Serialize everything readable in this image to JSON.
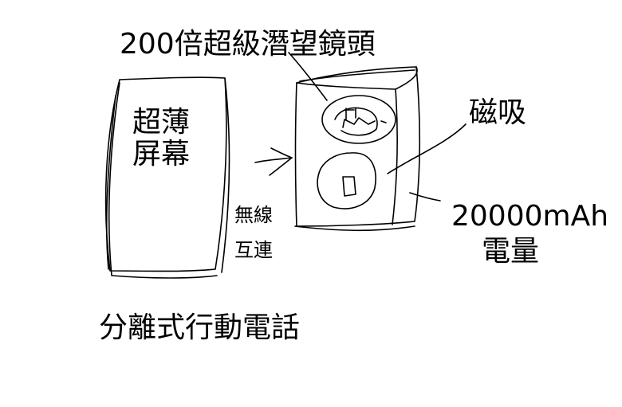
{
  "labels": {
    "telescope_lens": "200倍超級潛望鏡頭",
    "thin_screen_line1": "超薄",
    "thin_screen_line2": "屏幕",
    "wireless_line1": "無線",
    "wireless_line2": "互連",
    "magnetic": "磁吸",
    "battery_capacity": "20000mAh",
    "battery_unit": "電量",
    "caption": "分離式行動電話"
  }
}
